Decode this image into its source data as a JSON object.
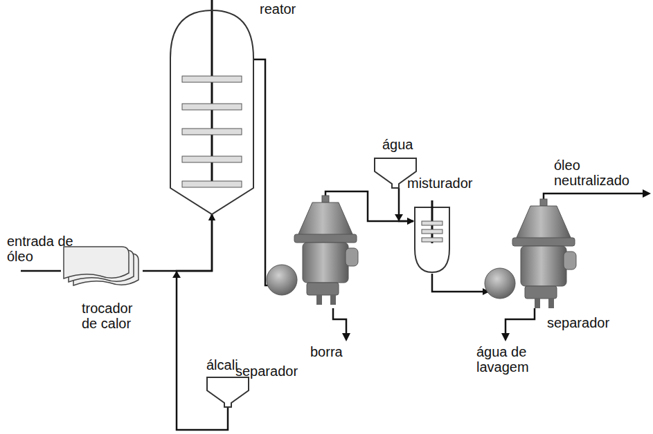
{
  "diagram": {
    "nodes": [
      {
        "text": [
          "trocador de calor"
        ]
      },
      {
        "text": [
          "reator"
        ]
      },
      {
        "text": [
          "álcali"
        ]
      },
      {
        "text": [
          "separador"
        ]
      },
      {
        "text": [
          "água"
        ]
      },
      {
        "text": [
          "misturador"
        ]
      },
      {
        "text": [
          "separador"
        ]
      }
    ],
    "edges": [
      {
        "from": 0,
        "to": 1,
        "arrow": "to"
      },
      {
        "from": 2,
        "to": 1,
        "arrow": "to"
      },
      {
        "from": 1,
        "to": 3,
        "arrow": "to"
      },
      {
        "from": 3,
        "to": 5,
        "arrow": "to"
      },
      {
        "from": 4,
        "to": 5,
        "arrow": "to"
      },
      {
        "from": 5,
        "to": 6,
        "arrow": "to"
      }
    ],
    "labels": [
      "entrada de óleo",
      "borra",
      "água de lavagem",
      "óleo neutralizado"
    ]
  }
}
